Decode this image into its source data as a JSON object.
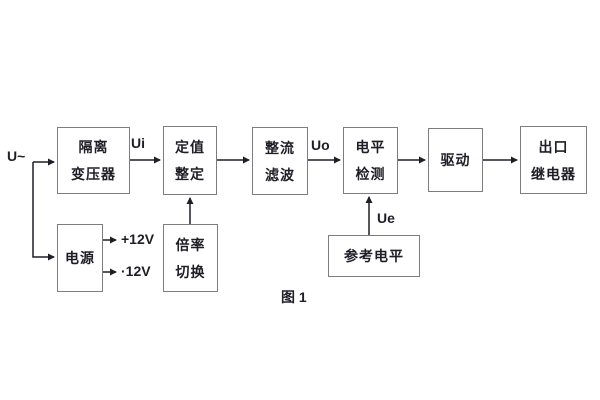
{
  "figure": {
    "caption": "图 1",
    "labels": {
      "input": "U~",
      "ui": "Ui",
      "uo": "Uo",
      "ue": "Ue",
      "rail_pos": "+12V",
      "rail_neg": "·12V"
    },
    "blocks": [
      {
        "id": "isolation-transformer",
        "lines": [
          "隔离",
          "变压器"
        ]
      },
      {
        "id": "setpoint-setting",
        "lines": [
          "定值",
          "整定"
        ]
      },
      {
        "id": "rectifier-filter",
        "lines": [
          "整流",
          "滤波"
        ]
      },
      {
        "id": "level-detection",
        "lines": [
          "电平",
          "检测"
        ]
      },
      {
        "id": "driver",
        "lines": [
          "驱动"
        ]
      },
      {
        "id": "output-relay",
        "lines": [
          "出口",
          "继电器"
        ]
      },
      {
        "id": "power-supply",
        "lines": [
          "电源"
        ]
      },
      {
        "id": "ratio-switch",
        "lines": [
          "倍率",
          "切换"
        ]
      },
      {
        "id": "reference-level",
        "lines": [
          "参考电平"
        ]
      }
    ],
    "colors": {
      "border": "#7d7d7d",
      "text": "#1e1e26",
      "wire": "#1e1e26",
      "background": "#ffffff"
    }
  }
}
